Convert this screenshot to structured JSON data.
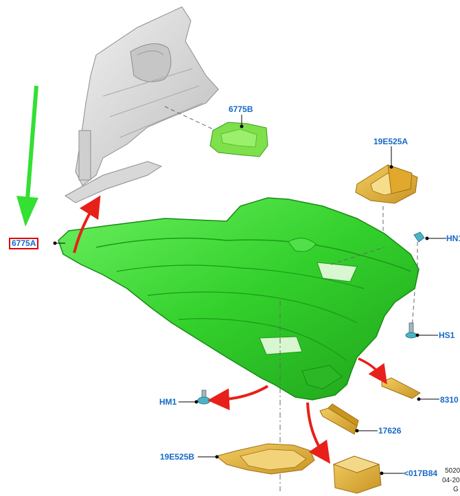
{
  "callouts": {
    "c6775A": "6775A",
    "c6775B": "6775B",
    "c19E525A": "19E525A",
    "cHN1": "HN1",
    "cHS1": "HS1",
    "cHM1": "HM1",
    "c8310": "8310",
    "c17626": "17626",
    "c19E525B": "19E525B",
    "c017B84": "<017B84"
  },
  "footer": {
    "code": "5020",
    "date": "04-20",
    "suffix": "G"
  },
  "colors": {
    "callout_text": "#1569c7",
    "highlight_box": "#e00000",
    "shield_green": "#3fd63a",
    "bracket_green": "#7ee04a",
    "body_gray": "#d4d4d4",
    "part_gold": "#e0b040",
    "fastener_teal": "#4bb3c6",
    "direction_arrow": "#33e033",
    "motion_arrow": "#e8201a"
  },
  "icons": {
    "direction_arrow": "arrow-down-icon",
    "motion_arrow": "curved-arrow-icon"
  }
}
